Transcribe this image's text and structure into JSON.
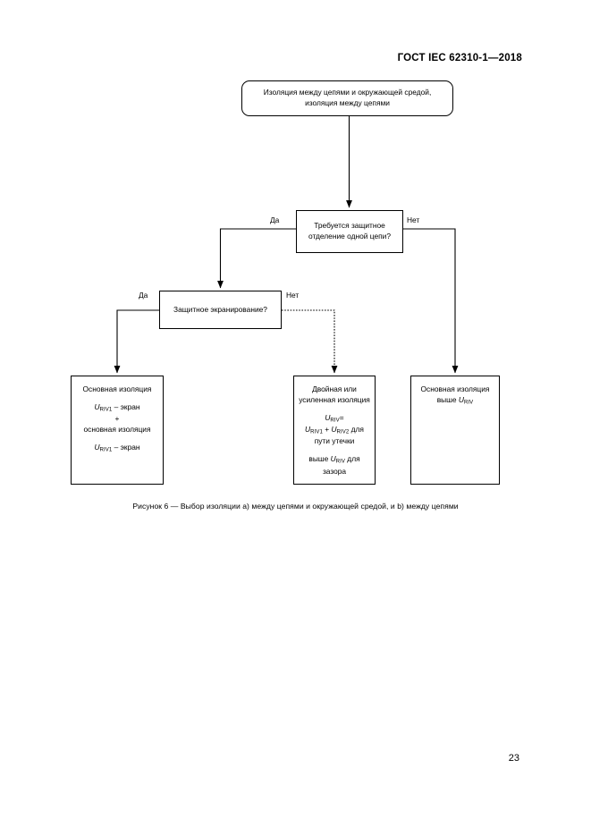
{
  "document": {
    "header": "ГОСТ IEC 62310-1—2018",
    "page_number": "23",
    "caption": "Рисунок 6 — Выбор изоляции a) между цепями и окружающей средой, и b) между цепями"
  },
  "colors": {
    "ink": "#000000",
    "paper": "#ffffff"
  },
  "flowchart": {
    "start": {
      "line1": "Изоляция между цепями и окружающей средой,",
      "line2": "изоляция между цепями"
    },
    "decision1": {
      "line1": "Требуется защитное",
      "line2": "отделение одной цепи?",
      "yes_label": "Да",
      "no_label": "Нет"
    },
    "decision2": {
      "line1": "Защитное экранирование?",
      "yes_label": "Да",
      "no_label": "Нет"
    },
    "basic_insulation": {
      "title": "Основная изоляция",
      "formula1_var": "U",
      "formula1_sub": "RIV1",
      "formula1_tail": " – экран",
      "plus": "+",
      "line3": "основная изоляция",
      "formula2_var": "U",
      "formula2_sub": "RIV1",
      "formula2_tail": " – экран"
    },
    "double_insulation": {
      "line1": "Двойная или",
      "line2": "усиленная изоляция",
      "eq_var": "U",
      "eq_sub": "RIV",
      "eq_tail": "=",
      "sum_var1": "U",
      "sum_sub1": "RIV1",
      "sum_op": " + ",
      "sum_var2": "U",
      "sum_sub2": "RIV2",
      "sum_tail": "  для",
      "line_path": "пути утечки",
      "above_pre": "выше ",
      "above_var": "U",
      "above_sub": "RIV",
      "above_tail": " для",
      "line_gap": "зазора"
    },
    "above_insulation": {
      "line1": "Основная изоляция",
      "line2_pre": "выше ",
      "line2_var": "U",
      "line2_sub": "RIV"
    }
  }
}
